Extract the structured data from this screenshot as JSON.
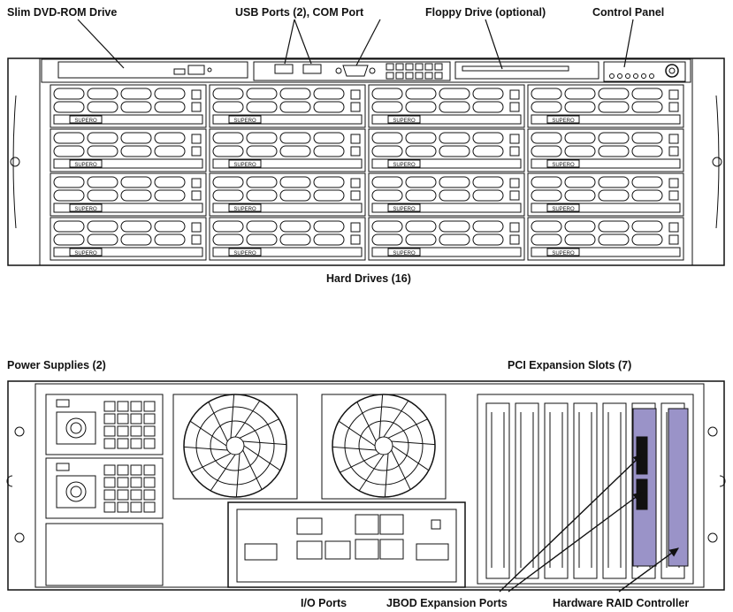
{
  "front_labels": {
    "dvd": "Slim DVD-ROM Drive",
    "usb_com": "USB Ports (2), COM Port",
    "floppy": "Floppy Drive (optional)",
    "control": "Control Panel",
    "hdd": "Hard Drives (16)"
  },
  "rear_labels": {
    "psu": "Power Supplies (2)",
    "pci": "PCI Expansion Slots (7)",
    "io": "I/O Ports",
    "jbod": "JBOD Expansion Ports",
    "raid": "Hardware RAID Controller"
  },
  "drive_badge": "SUPERO",
  "colors": {
    "line": "#111111",
    "raid_card": "#9a93c8"
  }
}
